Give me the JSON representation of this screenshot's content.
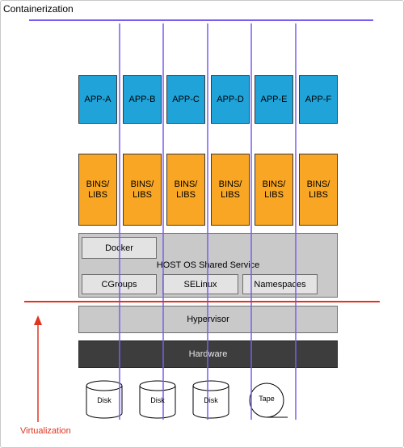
{
  "labels": {
    "containerization": "Containerization",
    "virtualization": "Virtualization"
  },
  "apps": [
    "APP-A",
    "APP-B",
    "APP-C",
    "APP-D",
    "APP-E",
    "APP-F"
  ],
  "bins": [
    {
      "line1": "BINS/",
      "line2": "LIBS"
    },
    {
      "line1": "BINS/",
      "line2": "LIBS"
    },
    {
      "line1": "BINS/",
      "line2": "LIBS"
    },
    {
      "line1": "BINS/",
      "line2": "LIBS"
    },
    {
      "line1": "BINS/",
      "line2": "LIBS"
    },
    {
      "line1": "BINS/",
      "line2": "LIBS"
    }
  ],
  "host": {
    "title": "HOST OS Shared Service",
    "docker": "Docker",
    "cgroups": "CGroups",
    "selinux": "SELinux",
    "namespaces": "Namespaces"
  },
  "hypervisor": "Hypervisor",
  "hardware": "Hardware",
  "storage": [
    "Disk",
    "Disk",
    "Disk",
    "Tape"
  ],
  "colors": {
    "app": "#1fa3d9",
    "bins": "#f8a623",
    "host": "#c9c9c9",
    "hardware": "#3d3d3d",
    "container_line": "#7b5cf0",
    "virtualization_line": "#e0341f"
  }
}
